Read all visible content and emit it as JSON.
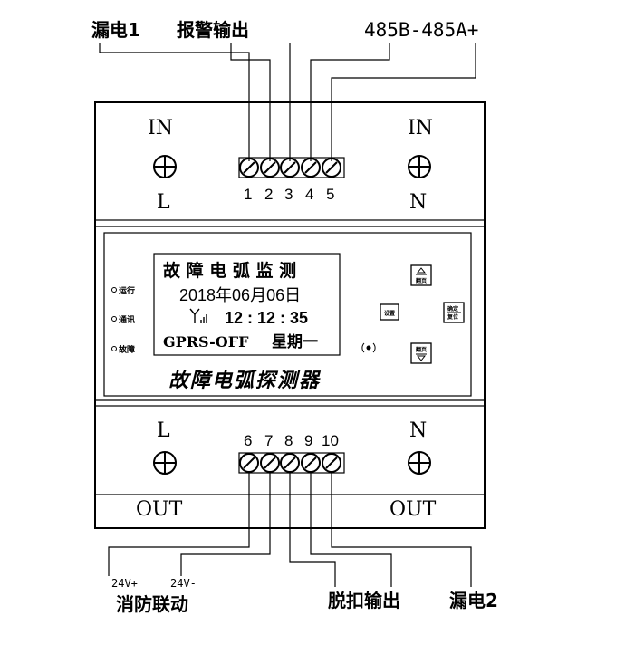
{
  "labels": {
    "leak1": "漏电1",
    "alarm_output": "报警输出",
    "rs485": "485B-485A+",
    "fire_linkage": "消防联动",
    "trip_output": "脱扣输出",
    "leak2": "漏电2",
    "v24_plus": "24V+",
    "v24_minus": "24V-"
  },
  "top_section": {
    "in_left": "IN",
    "in_right": "IN",
    "l": "L",
    "n": "N",
    "terminals": [
      "1",
      "2",
      "3",
      "4",
      "5"
    ]
  },
  "bottom_section": {
    "l": "L",
    "n": "N",
    "out_left": "OUT",
    "out_right": "OUT",
    "terminals": [
      "6",
      "7",
      "8",
      "9",
      "10"
    ]
  },
  "display": {
    "title": "故 障 电 弧 监 测",
    "date": "2018年06月06日",
    "time": "12 : 12 : 35",
    "gprs": "GPRS-OFF",
    "weekday": "星期一"
  },
  "indicators": {
    "run": "运行",
    "comm": "通讯",
    "fault": "故障"
  },
  "keys": {
    "up_sub": "翻页",
    "left": "设置",
    "right_line1": "确定",
    "right_line2": "复位",
    "down_sub": "翻页"
  },
  "device_name": "故障电弧探测器"
}
